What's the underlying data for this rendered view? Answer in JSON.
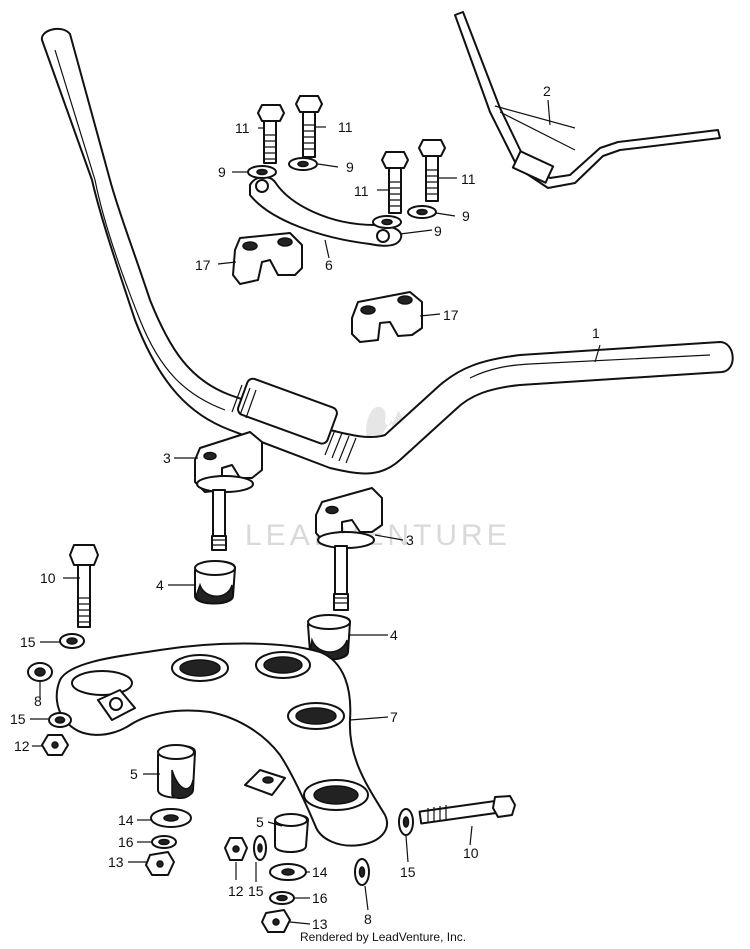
{
  "watermark": "LEADVENTURE",
  "credit": "Rendered by LeadVenture, Inc.",
  "callouts": {
    "c1": "1",
    "c2": "2",
    "c3a": "3",
    "c3b": "3",
    "c4a": "4",
    "c4b": "4",
    "c5a": "5",
    "c5b": "5",
    "c6": "6",
    "c7": "7",
    "c8a": "8",
    "c8b": "8",
    "c9a": "9",
    "c9b": "9",
    "c9c": "9",
    "c9d": "9",
    "c10a": "10",
    "c10b": "10",
    "c11a": "11",
    "c11b": "11",
    "c11c": "11",
    "c11d": "11",
    "c12a": "12",
    "c12b": "12",
    "c13a": "13",
    "c13b": "13",
    "c14a": "14",
    "c14b": "14",
    "c15a": "15",
    "c15b": "15",
    "c15c": "15",
    "c15d": "15",
    "c16a": "16",
    "c16b": "16",
    "c17a": "17",
    "c17b": "17"
  }
}
